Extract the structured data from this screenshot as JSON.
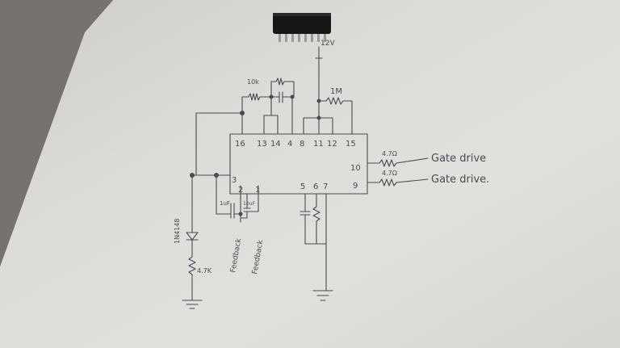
{
  "schematic": {
    "pins": {
      "p16": "16",
      "p13": "13",
      "p14": "14",
      "p4": "4",
      "p8": "8",
      "p11": "11",
      "p12": "12",
      "p15": "15",
      "p3": "3",
      "p2": "2",
      "p1": "1",
      "p5": "5",
      "p6": "6",
      "p7": "7",
      "p10": "10",
      "p9": "9"
    },
    "components": {
      "r_10k": "10k",
      "r_1m": "1M",
      "r_4_7ohm_a": "4.7Ω",
      "r_4_7ohm_b": "4.7Ω",
      "diode": "1N4148",
      "r_4_7k": "4.7K",
      "c_1uf": "1uF",
      "c_10uf": "10uF",
      "supply": "12V"
    },
    "labels": {
      "gate_drive_1": "Gate drive",
      "gate_drive_2": "Gate drive.",
      "feedback_1": "Feedback",
      "feedback_2": "Feedback"
    }
  }
}
